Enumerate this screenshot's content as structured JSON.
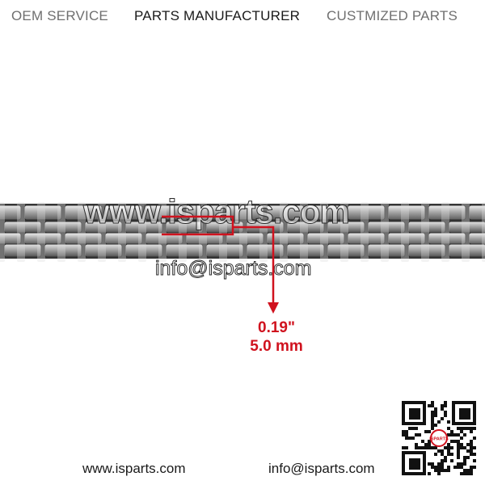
{
  "header": {
    "oem": "OEM SERVICE",
    "manufacturer": "PARTS MANUFACTURER",
    "customized": "CUSTMIZED PARTS"
  },
  "watermark": {
    "website": "www.isparts.com",
    "email": "info@isparts.com"
  },
  "dimension": {
    "inches": "0.19\"",
    "mm": "5.0 mm"
  },
  "footer": {
    "website": "www.isparts.com",
    "email": "info@isparts.com"
  },
  "qr_logo": "ISPARTS",
  "colors": {
    "accent_red": "#d0121e",
    "chain_steel": "#8e8e8e"
  },
  "icons": [
    "qr-code-icon",
    "dimension-arrow-icon"
  ]
}
